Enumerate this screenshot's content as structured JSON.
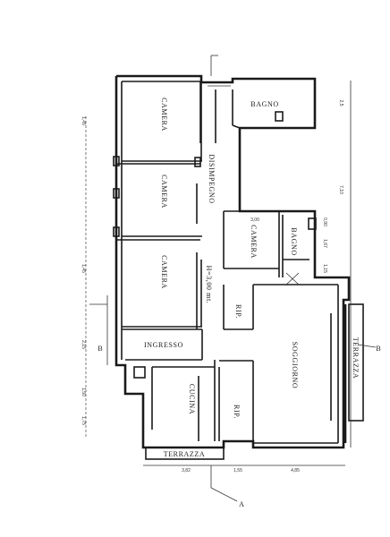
{
  "rooms": {
    "camera_1": "CAMERA",
    "camera_2": "CAMERA",
    "camera_3": "CAMERA",
    "camera_4": "CAMERA",
    "bagno_1": "BAGNO",
    "bagno_2": "BAGNO",
    "disimpegno": "DISIMPEGNO",
    "ingresso": "INGRESSO",
    "cucina": "CUCINA",
    "soggiorno": "SOGGIORNO",
    "rip_1": "RIP.",
    "rip_2": "RIP.",
    "terrazza_right": "TERRAZZA",
    "terrazza_bottom": "TERRAZZA"
  },
  "height_note": "H=3,00 mt.",
  "section_marks": {
    "b_left": "B",
    "b_right": "B",
    "a_bottom": "A"
  },
  "dimensions": {
    "right": [
      "2,5",
      "7,10",
      "0,90",
      "1,67",
      "1,15"
    ],
    "inner": [
      "3,00"
    ],
    "bottom": [
      "3,82",
      "1,55",
      "4,85"
    ],
    "left": [
      "1,45",
      "1,45",
      "2,15",
      "1,50",
      "1,75"
    ]
  }
}
